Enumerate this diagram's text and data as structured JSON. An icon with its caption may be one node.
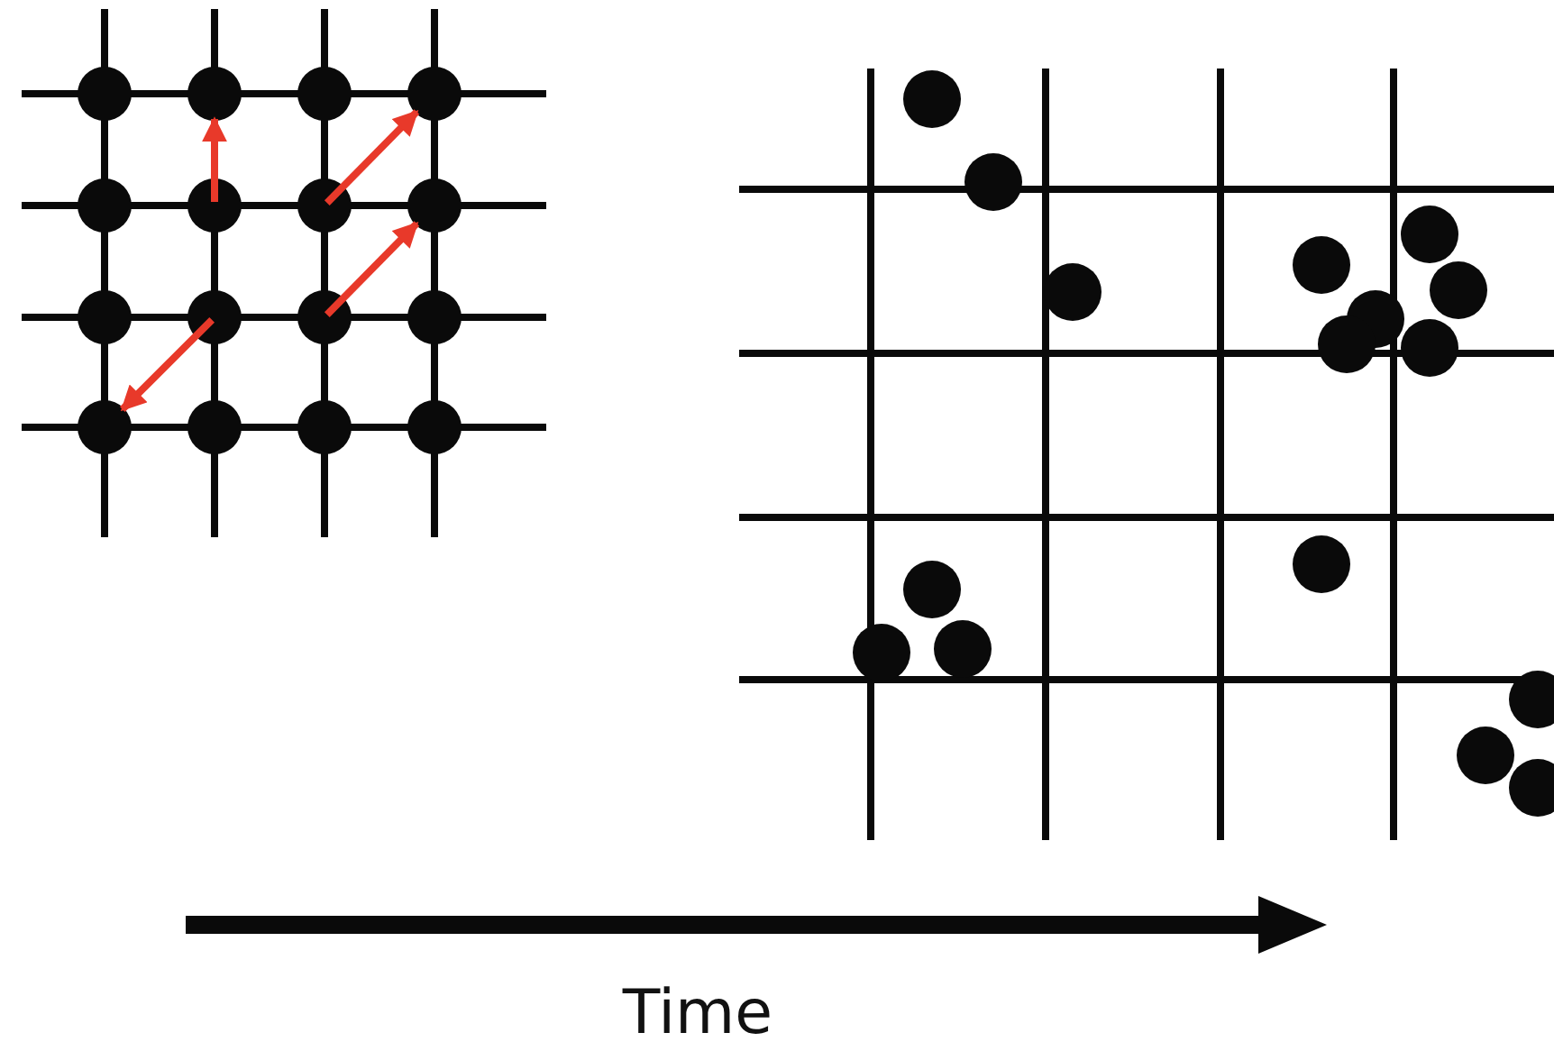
{
  "diagram": {
    "nodes": [
      {
        "text": [],
        "shape": "circle"
      },
      {
        "text": [],
        "shape": "circle"
      },
      {
        "text": [],
        "shape": "circle"
      },
      {
        "text": [],
        "shape": "circle"
      },
      {
        "text": [],
        "shape": "circle"
      },
      {
        "text": [],
        "shape": "circle"
      },
      {
        "text": [],
        "shape": "circle"
      },
      {
        "text": [],
        "shape": "circle"
      },
      {
        "text": [],
        "shape": "circle"
      },
      {
        "text": [],
        "shape": "circle"
      },
      {
        "text": [],
        "shape": "circle"
      },
      {
        "text": [],
        "shape": "circle"
      },
      {
        "text": [],
        "shape": "circle"
      },
      {
        "text": [],
        "shape": "circle"
      },
      {
        "text": [],
        "shape": "circle"
      },
      {
        "text": [],
        "shape": "circle"
      }
    ],
    "edges": [
      {
        "from": 5,
        "to": 1,
        "arrow": "to"
      },
      {
        "from": 6,
        "to": 3,
        "arrow": "to"
      },
      {
        "from": 10,
        "to": 7,
        "arrow": "to"
      },
      {
        "from": 9,
        "to": 12,
        "arrow": "to"
      }
    ],
    "labels": [
      "Time"
    ]
  }
}
